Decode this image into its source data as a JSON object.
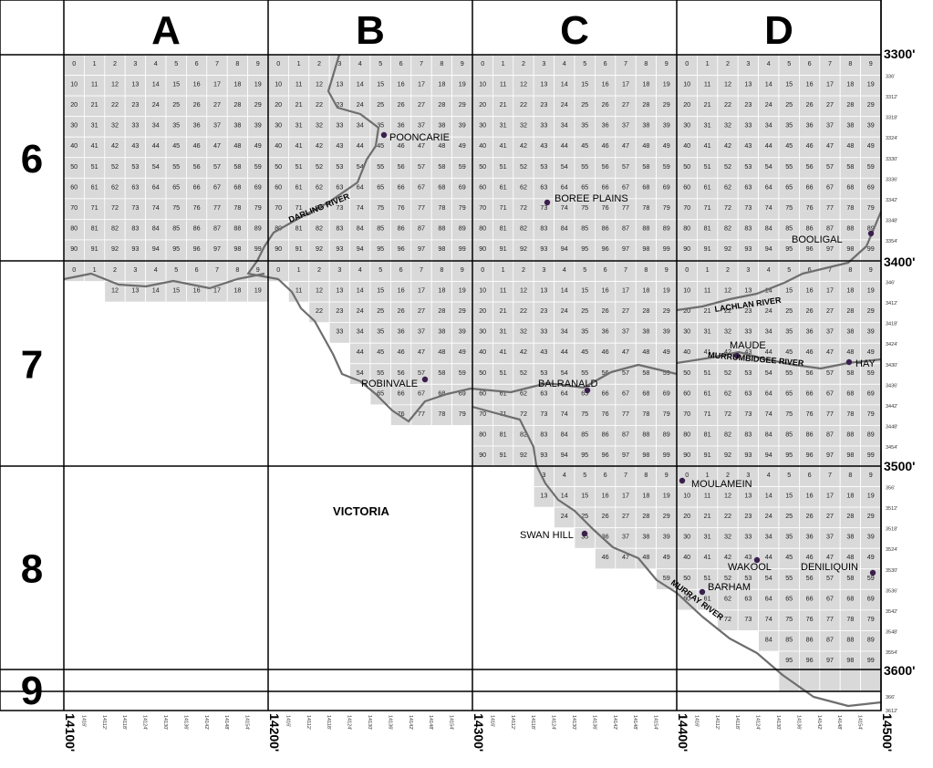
{
  "columns": [
    {
      "letter": "A"
    },
    {
      "letter": "B"
    },
    {
      "letter": "C"
    },
    {
      "letter": "D"
    }
  ],
  "rows": [
    {
      "number": "6"
    },
    {
      "number": "7"
    },
    {
      "number": "8"
    },
    {
      "number": "9"
    }
  ],
  "latitude_labels_major": [
    "3300'",
    "3400'",
    "3500'",
    "3600'"
  ],
  "latitude_labels_minor": [
    "336'",
    "3312'",
    "3318'",
    "3324'",
    "3330'",
    "3336'",
    "3342'",
    "3348'",
    "3354'",
    "346'",
    "3412'",
    "3418'",
    "3424'",
    "3430'",
    "3436'",
    "3442'",
    "3448'",
    "3454'",
    "356'",
    "3512'",
    "3518'",
    "3524'",
    "3530'",
    "3536'",
    "3542'",
    "3548'",
    "3554'",
    "366'",
    "3612'"
  ],
  "longitude_labels_major": [
    "14100'",
    "14200'",
    "14300'",
    "14400'",
    "14500'"
  ],
  "longitude_labels_minor": [
    "1416'",
    "14112'",
    "14118'",
    "14124'",
    "14130'",
    "14136'",
    "14142'",
    "14148'",
    "14154'"
  ],
  "state_label": "VICTORIA",
  "towns": [
    "POONCARIE",
    "BOREE PLAINS",
    "BOOLIGAL",
    "ROBINVALE",
    "BALRANALD",
    "MAUDE",
    "HAY",
    "SWAN HILL",
    "MOULAMEIN",
    "WAKOOL",
    "DENILIQUIN",
    "BARHAM"
  ],
  "rivers": [
    "DARLING RIVER",
    "LACHLAN RIVER",
    "MURRUMBIDGEE RIVER",
    "MURRAY RIVER"
  ],
  "colors": {
    "grid_fill": "#d9d9d9",
    "grid_line": "#ffffff",
    "frame": "#000000",
    "river": "#6e6e6e",
    "town_dot": "#3a1f4d"
  }
}
